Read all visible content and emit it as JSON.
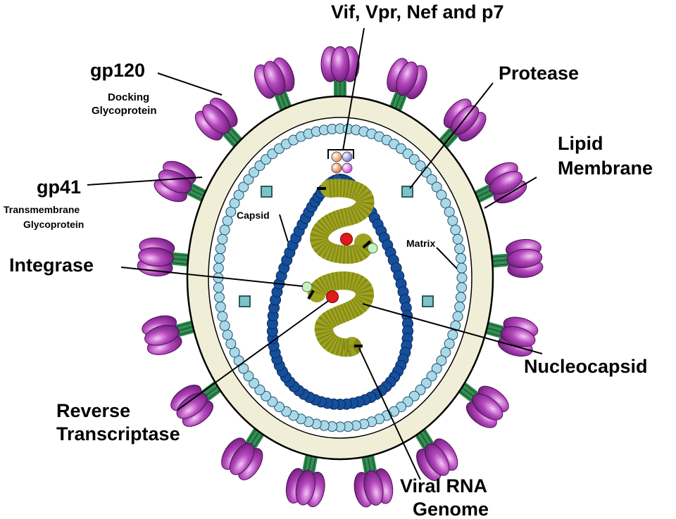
{
  "labels": {
    "vif": "Vif, Vpr, Nef and p7",
    "protease": "Protease",
    "lipid_line1": "Lipid",
    "lipid_line2": "Membrane",
    "gp120": "gp120",
    "gp120_sub1": "Docking",
    "gp120_sub2": "Glycoprotein",
    "gp41": "gp41",
    "gp41_sub1": "Transmembrane",
    "gp41_sub2": "Glycoprotein",
    "capsid": "Capsid",
    "matrix": "Matrix",
    "integrase": "Integrase",
    "nucleocapsid": "Nucleocapsid",
    "rt_line1": "Reverse",
    "rt_line2": "Transcriptase",
    "rna_line1": "Viral RNA",
    "rna_line2": "Genome"
  },
  "colors": {
    "knob": "#a03aa8",
    "stalk": "#2e8a4e",
    "membrane": "#f1eed8",
    "matrix_bead": "#a9d8e8",
    "capsid_bead": "#154f9c",
    "rna": "#9ea31f",
    "enzyme_red": "#e01a1a",
    "enzyme_green": "#c9f0c0",
    "protease_box": "#7ec3c6"
  }
}
